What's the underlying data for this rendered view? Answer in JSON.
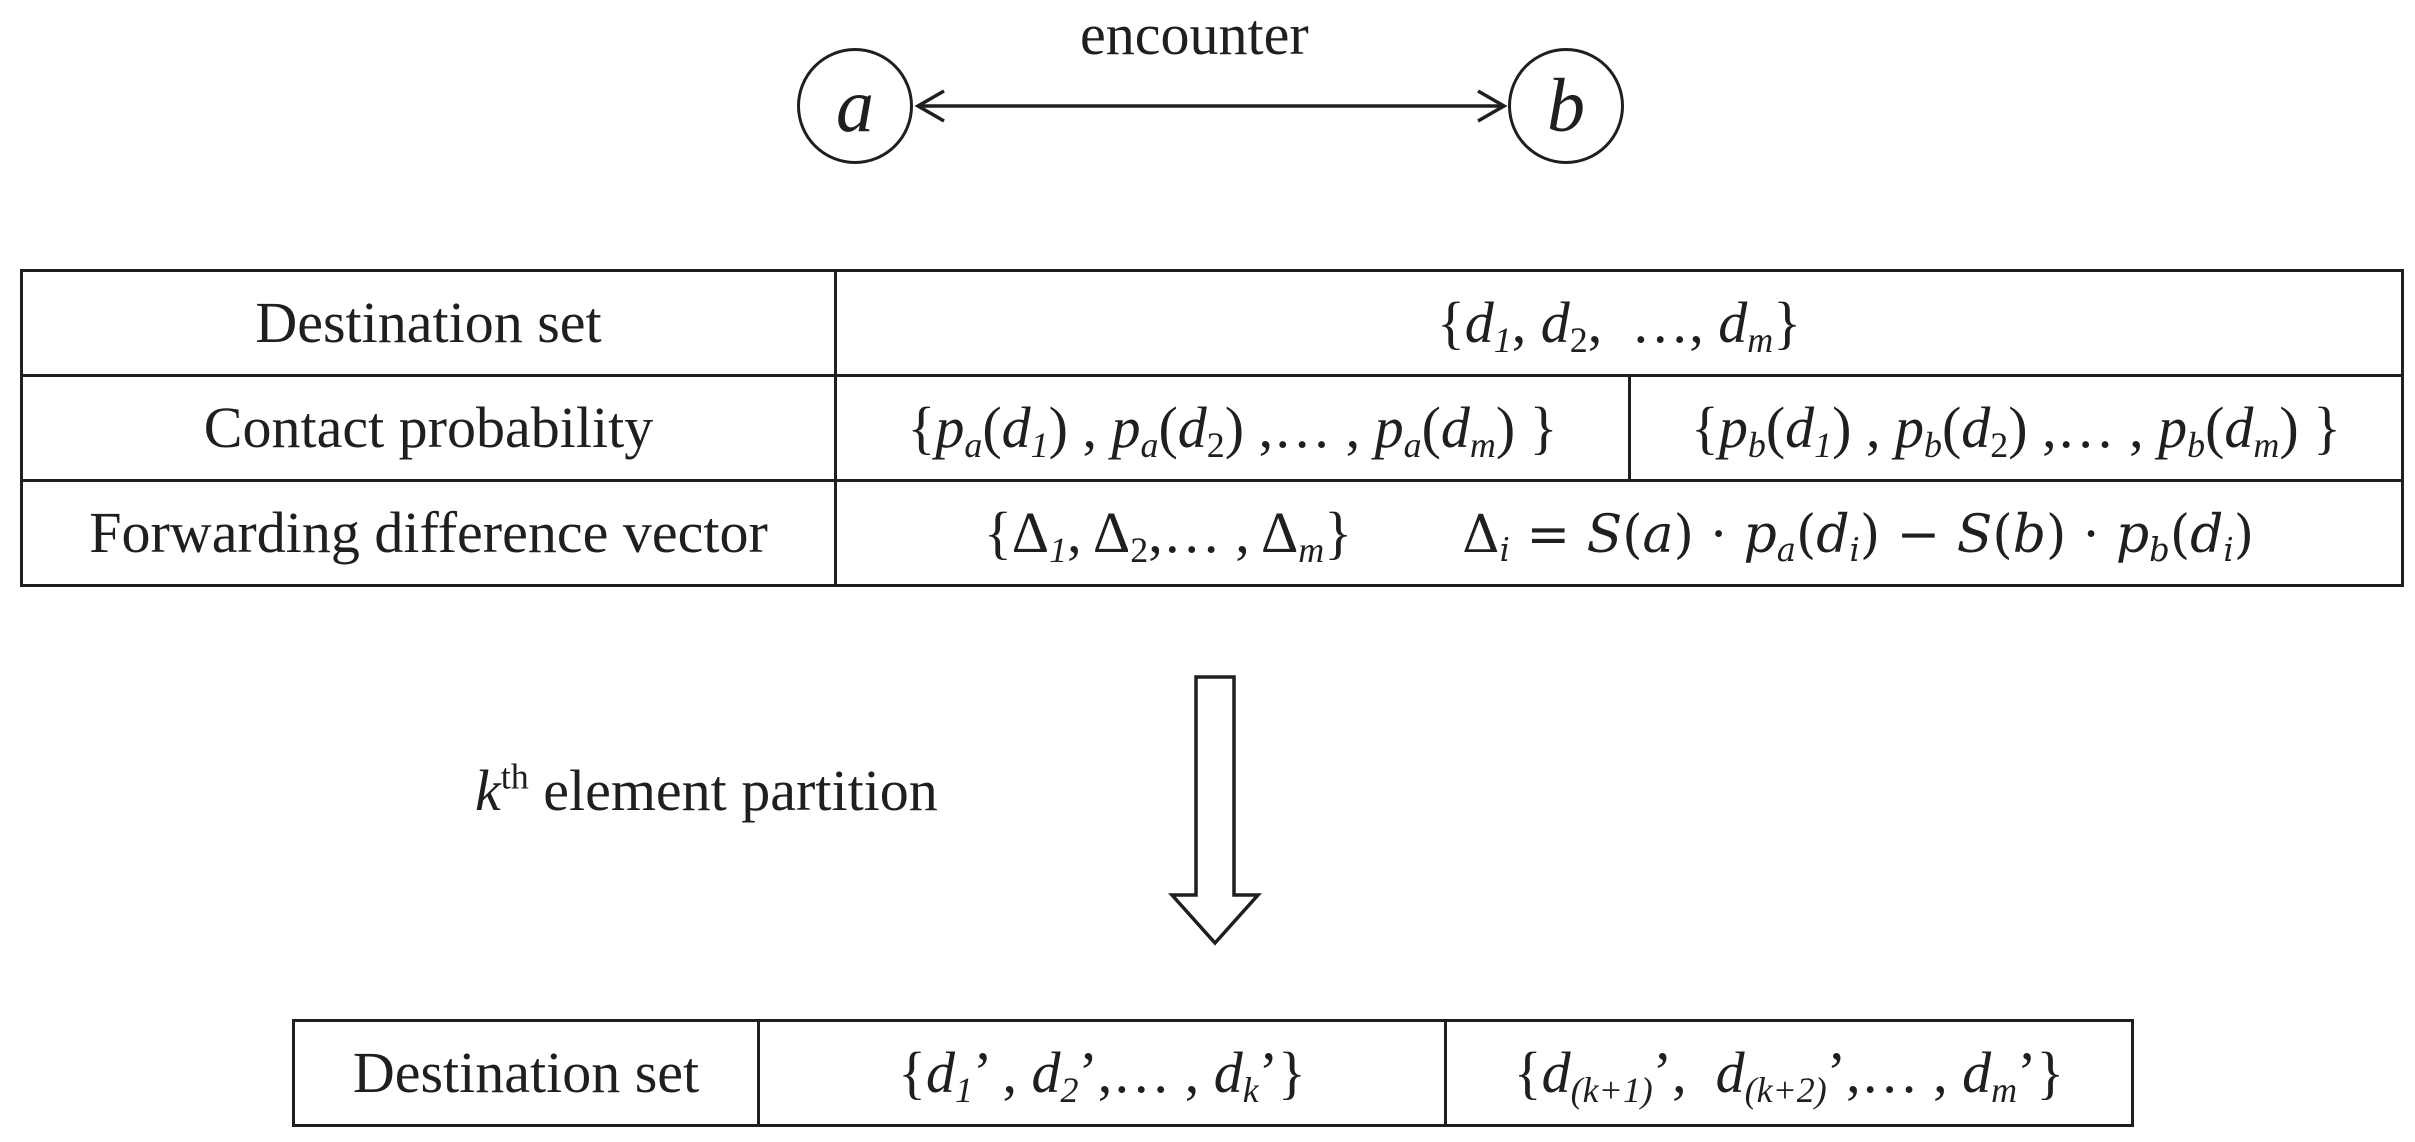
{
  "encounter": {
    "label": "encounter",
    "node_a": "a",
    "node_b": "b"
  },
  "table1": {
    "rows": [
      {
        "label": "Destination set",
        "value": "{d1, d2, …, dm}"
      },
      {
        "label": "Contact probability",
        "value_a": "{pa(d1) , pa(d2) ,… , pa(dm) }",
        "value_b": "{pb(d1) , pb(d2) ,… , pb(dm) }"
      },
      {
        "label": "Forwarding difference vector",
        "value": "{Δ1, Δ2,… , Δm}",
        "formula": "Δi = S(a) · pa(di) − S(b) · pb(di)"
      }
    ]
  },
  "partition": {
    "label_k": "k",
    "label_sup": "th",
    "label_rest": " element partition"
  },
  "table2": {
    "label": "Destination set",
    "first_part": "{d1’ , d2’,… , dk’}",
    "second_part": "{d(k+1)’,  d(k+2)’,… , dm’}"
  }
}
